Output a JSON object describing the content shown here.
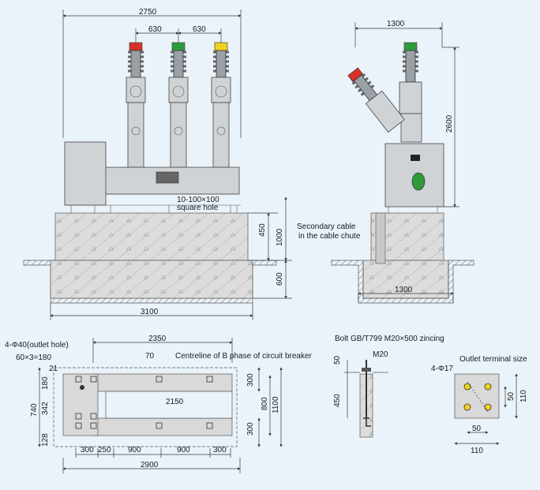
{
  "front_view": {
    "width_top": "2750",
    "pole_spacing_1": "630",
    "pole_spacing_2": "630",
    "hole_note_1": "10-100×100",
    "hole_note_2": "square hole",
    "dim_450": "450",
    "dim_1000": "1000",
    "dim_600": "600",
    "base_width": "3100"
  },
  "side_view": {
    "width_top": "1300",
    "height": "2600",
    "cable_note_1": "Secondary cable",
    "cable_note_2": "in the cable chute",
    "base_width": "1300"
  },
  "plan_view": {
    "outlet_hole": "4-Φ40(outlet hole)",
    "spacing_note": "60×3=180",
    "top_width": "2350",
    "dim_70": "70",
    "centreline_note": "Centreline of B phase of circuit breaker",
    "dim_21": "21",
    "dim_180": "180",
    "dim_740": "740",
    "dim_342": "342",
    "dim_128": "128",
    "inner_width": "2150",
    "right_300_top": "300",
    "right_800": "800",
    "right_300_bottom": "300",
    "right_1100": "1100",
    "bottom_dims": [
      "300",
      "250",
      "900",
      "900",
      "300"
    ],
    "overall_width": "2900"
  },
  "bolt_detail": {
    "title": "Bolt GB/T799 M20×500 zincing",
    "thread": "M20",
    "dim_50": "50",
    "dim_450": "450"
  },
  "terminal_detail": {
    "title": "Outlet terminal size",
    "holes": "4-Φ17",
    "dim_50_v": "50",
    "dim_110_v": "110",
    "dim_50_h": "50",
    "dim_110_h": "110"
  },
  "colors": {
    "background": "#eaf3fa",
    "phase_a": "#d9302a",
    "phase_b": "#2f9a3c",
    "phase_c": "#f2d21c",
    "indicator": "#2f9a3c"
  }
}
